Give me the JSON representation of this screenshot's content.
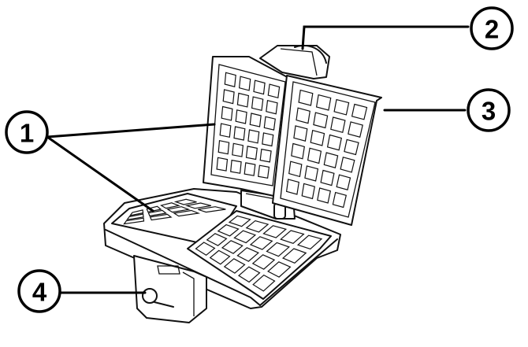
{
  "callouts": [
    {
      "number": "1"
    },
    {
      "number": "2"
    },
    {
      "number": "3"
    },
    {
      "number": "4"
    }
  ],
  "colors": {
    "line": "#111111",
    "background": "#ffffff"
  }
}
